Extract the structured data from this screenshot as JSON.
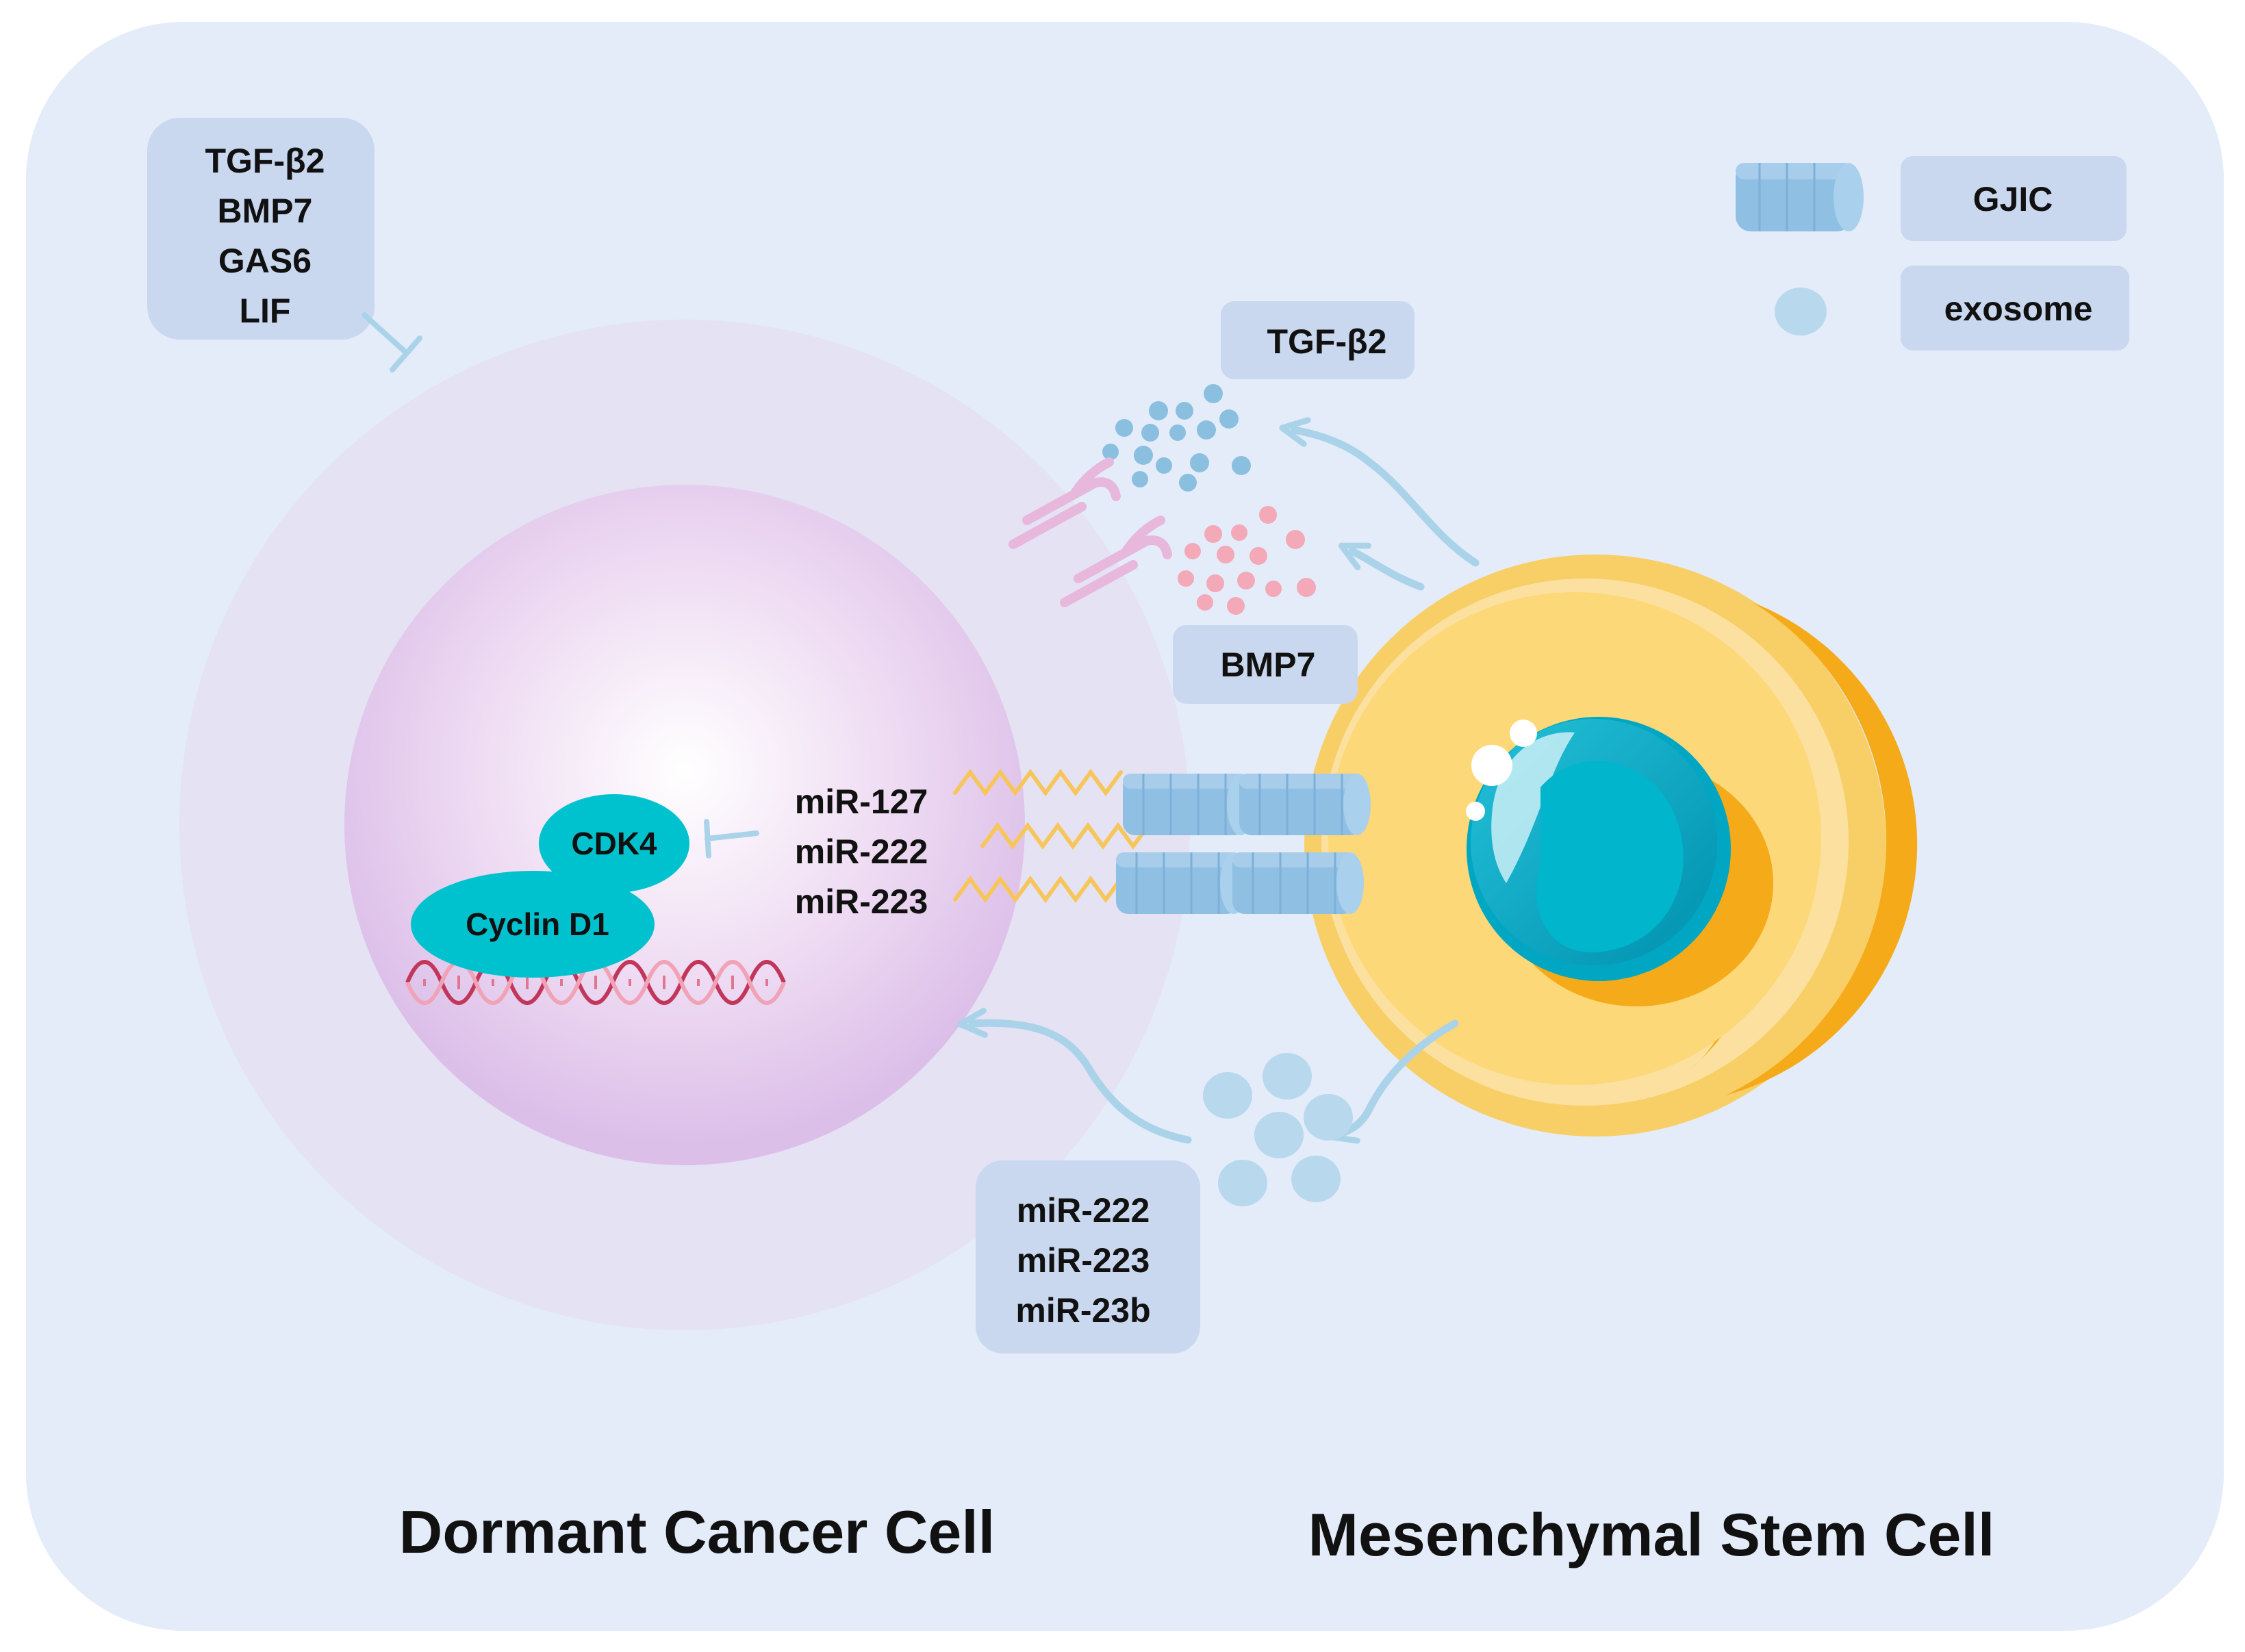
{
  "colors": {
    "background_panel": "#e3ecf8",
    "label_box": "#c9d8ef",
    "outer_cancer_cell": "#e4e2f3",
    "nucleus_outer": "#e2c4ec",
    "nucleus_center": "#ffffff",
    "protein": "#00c2cf",
    "arrow": "#aad3ea",
    "gjic_channel": "#8fbfe3",
    "exosome": "#b8d8ee",
    "tgf_particle": "#8bbfe0",
    "bmp_particle": "#f3a9b7",
    "receptor_pink": "#e7b8dc",
    "mirna_wave": "#f7c65b",
    "msc_outer": "#f8cf66",
    "msc_inner": "#fbe0a0",
    "msc_shadow": "#f5aa1a",
    "msc_nucleus": "#00a6c2",
    "dna": "#c1365a"
  },
  "factors_box": {
    "lines": [
      "TGF-β2",
      "BMP7",
      "GAS6",
      "LIF"
    ]
  },
  "legend": {
    "gjic_label": "GJIC",
    "gjic_icon": "gjic-channel-icon",
    "exosome_label": "exosome",
    "exosome_icon": "exosome-dot-icon"
  },
  "labels": {
    "tgf_b2": "TGF-β2",
    "bmp7": "BMP7",
    "cdk4": "CDK4",
    "cyclin_d1": "Cyclin D1",
    "gjic_mirnas": [
      "miR-127",
      "miR-222",
      "miR-223"
    ],
    "exosome_mirnas": [
      "miR-222",
      "miR-223",
      "miR-23b"
    ]
  },
  "captions": {
    "cancer_cell": "Dormant Cancer Cell",
    "stem_cell": "Mesenchymal Stem Cell"
  }
}
